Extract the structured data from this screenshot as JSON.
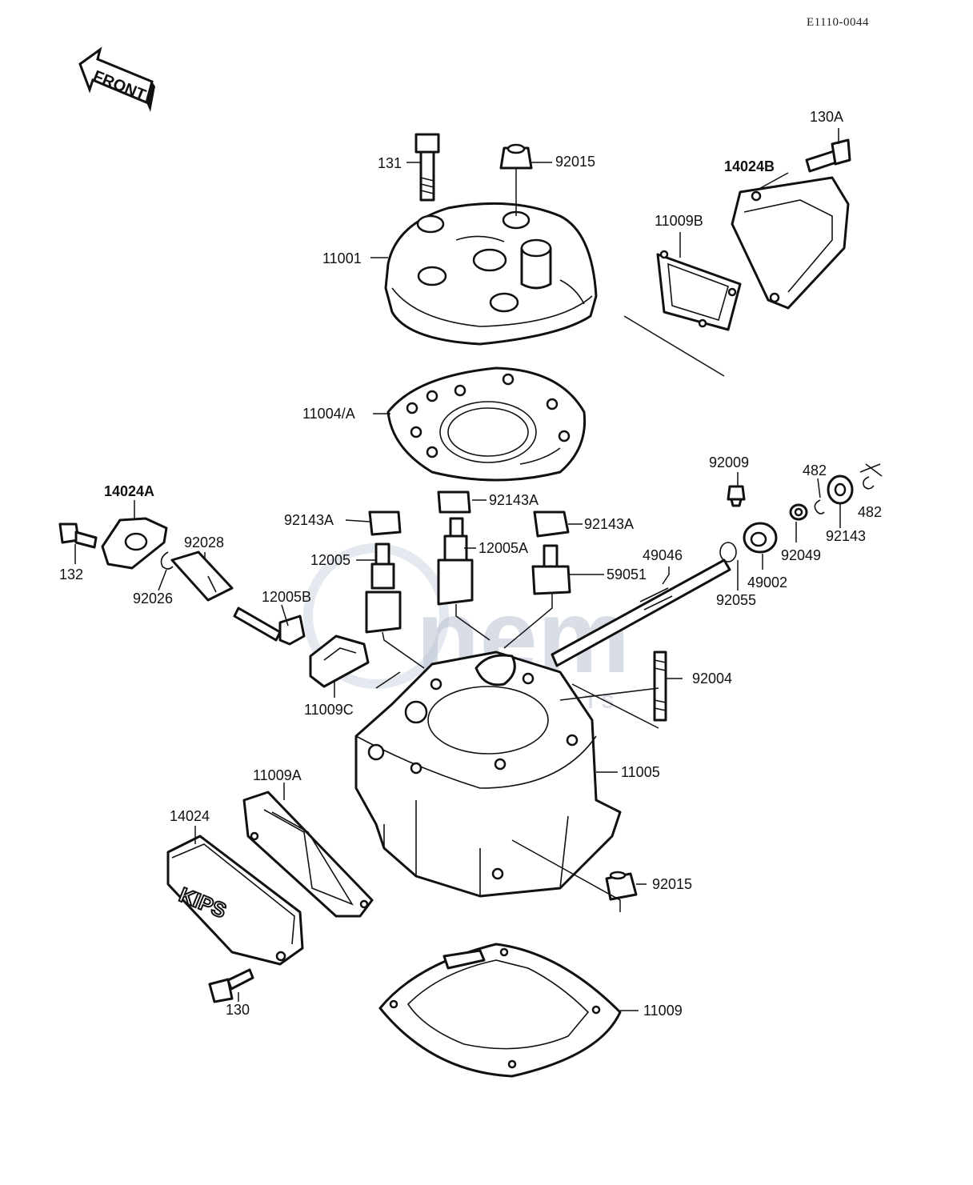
{
  "reference": "E1110-0044",
  "front_label": "FRONT",
  "cover_marking": "KIPS",
  "watermark": {
    "brand": "nem",
    "sub": "MOTORPARTS"
  },
  "parts": {
    "p131": "131",
    "p92015_top": "92015",
    "p130A": "130A",
    "p14024B": "14024B",
    "p11009B": "11009B",
    "p11001": "11001",
    "p11004A": "11004/A",
    "p92009": "92009",
    "p482_a": "482",
    "p482_b": "482",
    "p92143": "92143",
    "p92049": "92049",
    "p49002": "49002",
    "p92055": "92055",
    "p49046": "49046",
    "p14024A": "14024A",
    "p92028": "92028",
    "p132": "132",
    "p92026": "92026",
    "p92143A_left": "92143A",
    "p92143A_mid": "92143A",
    "p92143A_right": "92143A",
    "p12005": "12005",
    "p12005A": "12005A",
    "p59051": "59051",
    "p12005B": "12005B",
    "p11009C": "11009C",
    "p92004": "92004",
    "p11005": "11005",
    "p11009A": "11009A",
    "p14024": "14024",
    "p92015_bottom": "92015",
    "p130": "130",
    "p11009": "11009"
  }
}
